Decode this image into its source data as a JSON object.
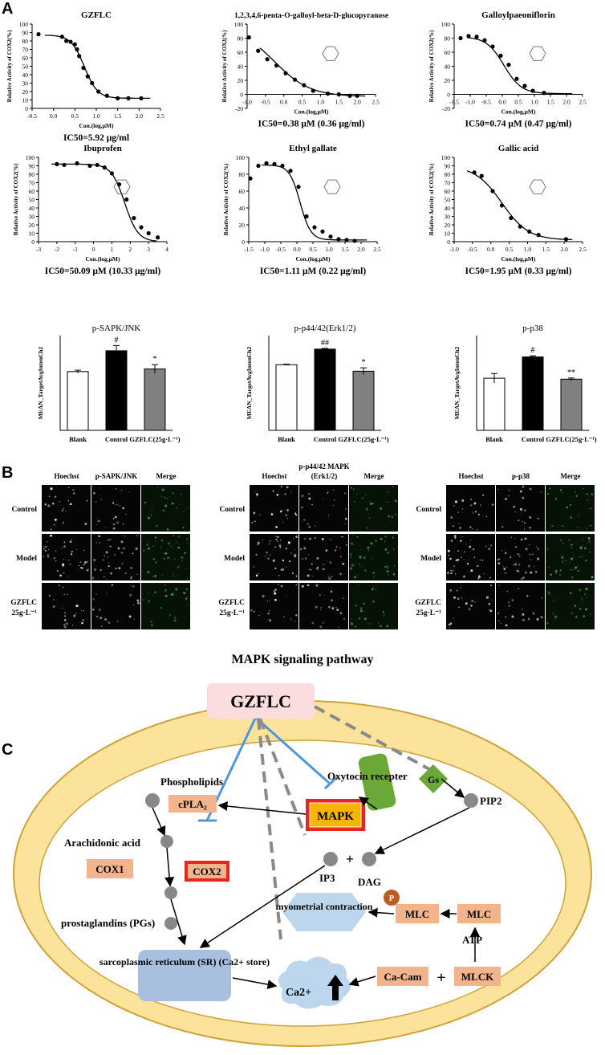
{
  "panel_labels": {
    "a": "A",
    "b": "B",
    "c": "C"
  },
  "curves": [
    {
      "title": "GZFLC",
      "ylabel": "Relative Activity of COX2(%)",
      "xlabel": "Con.(log,μM)",
      "ic50": "IC50=5.92 μg/ml",
      "xlim": [
        -0.5,
        2.5
      ],
      "ylim": [
        0,
        100
      ],
      "xticks": [
        "-0.5",
        "0.0",
        "0.5",
        "1.0",
        "1.5",
        "2.0",
        "2.5"
      ],
      "yticks": [
        "0",
        "10",
        "20",
        "30",
        "40",
        "50",
        "60",
        "70",
        "80",
        "90",
        "100"
      ],
      "points": [
        [
          -0.35,
          88
        ],
        [
          0.2,
          85
        ],
        [
          0.3,
          80
        ],
        [
          0.4,
          79
        ],
        [
          0.5,
          76
        ],
        [
          0.55,
          70
        ],
        [
          0.6,
          62
        ],
        [
          0.7,
          48
        ],
        [
          0.8,
          38
        ],
        [
          0.9,
          30
        ],
        [
          1.05,
          20
        ],
        [
          1.25,
          15
        ],
        [
          1.5,
          12
        ],
        [
          1.75,
          12
        ],
        [
          2.05,
          12
        ]
      ],
      "curve": {
        "top": 87,
        "bottom": 12,
        "ec50": 0.72,
        "hill": 2.8
      },
      "structure": false
    },
    {
      "title": "1,2,3,4,6-penta-O-galloyl-beta-D-glucopyranose",
      "ylabel": "Relative Activity of COX2(%)",
      "xlabel": "Con.(log,μM)",
      "ic50": "IC50=0.38 μM (0.36 μg/ml)",
      "xlim": [
        -1.0,
        2.5
      ],
      "ylim": [
        -20,
        100
      ],
      "xticks": [
        "-1.0",
        "-0.5",
        "0.0",
        "0.5",
        "1.0",
        "1.5",
        "2.0",
        "2.5"
      ],
      "yticks": [
        "-20",
        "0",
        "20",
        "40",
        "60",
        "80",
        "100"
      ],
      "points": [
        [
          -0.95,
          81
        ],
        [
          -0.7,
          62
        ],
        [
          -0.45,
          50
        ],
        [
          -0.2,
          41
        ],
        [
          0.05,
          30
        ],
        [
          0.3,
          21
        ],
        [
          0.55,
          13
        ],
        [
          0.8,
          5
        ],
        [
          1.2,
          1
        ],
        [
          1.5,
          0
        ],
        [
          1.8,
          -2
        ],
        [
          2.0,
          -2
        ]
      ],
      "curve": {
        "top": 96,
        "bottom": -3,
        "ec50": -0.25,
        "hill": 0.9
      },
      "structure": true
    },
    {
      "title": "Galloylpaeoniflorin",
      "ylabel": "Relative Activity of COX2(%)",
      "xlabel": "Con.(log,μM)",
      "ic50": "IC50=0.74 μM (0.47 μg/ml)",
      "xlim": [
        -1.5,
        2.5
      ],
      "ylim": [
        -20,
        100
      ],
      "xticks": [
        "-1.5",
        "-1.0",
        "-0.5",
        "0.0",
        "0.5",
        "1.0",
        "1.5",
        "2.0",
        "2.5"
      ],
      "yticks": [
        "-20",
        "0",
        "20",
        "40",
        "60",
        "80",
        "100"
      ],
      "points": [
        [
          -1.3,
          80
        ],
        [
          -1.05,
          83
        ],
        [
          -0.8,
          82
        ],
        [
          -0.55,
          77
        ],
        [
          -0.3,
          68
        ],
        [
          -0.05,
          55
        ],
        [
          0.2,
          42
        ],
        [
          0.45,
          22
        ],
        [
          0.7,
          12
        ],
        [
          0.95,
          5
        ],
        [
          1.3,
          2
        ]
      ],
      "curve": {
        "top": 82,
        "bottom": 1,
        "ec50": 0.05,
        "hill": 1.6
      },
      "structure": true
    },
    {
      "title": "Ibuprofen",
      "ylabel": "Relative Activity of COX2(%)",
      "xlabel": "Con.(log,μM)",
      "ic50": "IC50=50.09 μM (10.33 μg/ml)",
      "xlim": [
        -3,
        4
      ],
      "ylim": [
        0,
        100
      ],
      "xticks": [
        "-3",
        "-2",
        "-1",
        "0",
        "1",
        "2",
        "3",
        "4"
      ],
      "yticks": [
        "0",
        "10",
        "20",
        "30",
        "40",
        "50",
        "60",
        "70",
        "80",
        "90",
        "100"
      ],
      "points": [
        [
          -2.0,
          92
        ],
        [
          -1.6,
          91
        ],
        [
          -0.9,
          93
        ],
        [
          -0.2,
          90
        ],
        [
          0.2,
          91
        ],
        [
          0.6,
          88
        ],
        [
          1.0,
          81
        ],
        [
          1.4,
          68
        ],
        [
          1.8,
          50
        ],
        [
          2.2,
          28
        ],
        [
          2.6,
          17
        ],
        [
          3.0,
          10
        ],
        [
          3.5,
          5
        ]
      ],
      "curve": {
        "top": 92,
        "bottom": 0,
        "ec50": 1.7,
        "hill": 1.2
      },
      "structure": true
    },
    {
      "title": "Ethyl gallate",
      "ylabel": "Relative Activity of COX2(%)",
      "xlabel": "Con.(log,μM)",
      "ic50": "IC50=1.11 μM (0.22 μg/ml)",
      "xlim": [
        -1.5,
        2.5
      ],
      "ylim": [
        0,
        100
      ],
      "xticks": [
        "-1.5",
        "-1.0",
        "-0.5",
        "0.0",
        "0.5",
        "1.0",
        "1.5",
        "2.0",
        "2.5"
      ],
      "yticks": [
        "0",
        "20",
        "40",
        "60",
        "80",
        "100"
      ],
      "points": [
        [
          -1.45,
          75
        ],
        [
          -1.2,
          90
        ],
        [
          -0.95,
          93
        ],
        [
          -0.7,
          92
        ],
        [
          -0.45,
          90
        ],
        [
          -0.2,
          84
        ],
        [
          0.05,
          65
        ],
        [
          0.3,
          30
        ],
        [
          0.55,
          17
        ],
        [
          0.8,
          12
        ],
        [
          1.05,
          6
        ],
        [
          1.3,
          3
        ],
        [
          1.55,
          2
        ],
        [
          1.8,
          1
        ]
      ],
      "curve": {
        "top": 91,
        "bottom": 2,
        "ec50": 0.1,
        "hill": 2.6
      },
      "structure": true
    },
    {
      "title": "Gallic acid",
      "ylabel": "Relative Activity of COX2(%)",
      "xlabel": "Con.(log,μM)",
      "ic50": "IC50=1.95 μM (0.33 μg/ml)",
      "xlim": [
        -1.0,
        2.5
      ],
      "ylim": [
        0,
        100
      ],
      "xticks": [
        "-1.0",
        "-0.5",
        "0.0",
        "0.5",
        "1.0",
        "1.5",
        "2.0",
        "2.5"
      ],
      "yticks": [
        "0",
        "10",
        "20",
        "30",
        "40",
        "50",
        "60",
        "70",
        "80",
        "90",
        "100"
      ],
      "points": [
        [
          -0.45,
          82
        ],
        [
          -0.25,
          78
        ],
        [
          0.05,
          60
        ],
        [
          0.3,
          43
        ],
        [
          0.55,
          28
        ],
        [
          0.8,
          18
        ],
        [
          1.05,
          12
        ],
        [
          1.3,
          8
        ],
        [
          2.05,
          3
        ]
      ],
      "curve": {
        "top": 90,
        "bottom": 2,
        "ec50": 0.3,
        "hill": 1.2
      },
      "structure": true
    }
  ],
  "bars": [
    {
      "title": "p-SAPK/JNK",
      "ylabel": "MEAN_TargetAvgIntenCh2",
      "categories": [
        "Blank",
        "Control",
        "GZFLC(25g·L⁻¹)"
      ],
      "values": [
        620,
        840,
        648
      ],
      "errors": [
        15,
        55,
        45
      ],
      "sig": [
        "",
        "#",
        "*"
      ],
      "ylim": [
        0,
        1000
      ]
    },
    {
      "title": "p-p44/42(Erk1/2)",
      "ylabel": "MEAN_TargetAvgIntenCh2",
      "categories": [
        "Blank",
        "Control",
        "GZFLC(25g·L⁻¹)"
      ],
      "values": [
        485,
        600,
        437
      ],
      "errors": [
        4,
        6,
        25
      ],
      "sig": [
        "",
        "##",
        "*"
      ],
      "ylim": [
        0,
        700
      ]
    },
    {
      "title": "p-p38",
      "ylabel": "MEAN_TargetAvgIntenCh2",
      "categories": [
        "Blank",
        "Control",
        "GZFLC(25g·L⁻¹)"
      ],
      "values": [
        440,
        620,
        432
      ],
      "errors": [
        40,
        10,
        10
      ],
      "sig": [
        "",
        "#",
        "**"
      ],
      "ylim": [
        0,
        800
      ]
    }
  ],
  "micrographs": [
    {
      "cols": [
        "Hoechst",
        "p-SAPK/JNK",
        "Merge"
      ],
      "rows": [
        "Control",
        "Model",
        "GZFLC 25g·L⁻¹"
      ]
    },
    {
      "cols": [
        "Hoechst",
        "p-p44/42 MAPK (Erk1/2)",
        "Merge"
      ],
      "rows": [
        "Control",
        "Model",
        "GZFLC 25g·L⁻¹"
      ]
    },
    {
      "cols": [
        "Hoechst",
        "p-p38",
        "Merge"
      ],
      "rows": [
        "Control",
        "Model",
        "GZFLC 25g·L⁻¹"
      ]
    }
  ],
  "mapk_caption": "MAPK signaling pathway",
  "pathway": {
    "gzflc": "GZFLC",
    "phospholipids": "Phospholipids",
    "cpla2": "cPLA₂",
    "mapk": "MAPK",
    "oxytocin": "Oxytocin recepter",
    "gs": "Gs",
    "pip2": "PIP2",
    "arachidonic": "Arachidonic acid",
    "cox1": "COX1",
    "cox2": "COX2",
    "ip3": "IP3",
    "dag": "DAG",
    "plus": "+",
    "pgs": "prostaglandins (PGs)",
    "myometrial": "myometrial contraction",
    "p": "P",
    "mlc1": "MLC",
    "mlc2": "MLC",
    "atp": "ATP",
    "sr": "sarcoplasmic reticulum (SR) (Ca2+ store)",
    "ca2": "Ca2+",
    "cacam": "Ca-Cam",
    "mlck": "MLCK",
    "colors": {
      "cell": "#fbe39b",
      "cellEdge": "#cfa23c",
      "node": "#f2b48c",
      "red": "#e8261f",
      "mapk": "#f7b500",
      "blue": "#4f97d6",
      "dash": "#8a8a8a",
      "green": "#6aa838",
      "sr": "#a8bfe0",
      "cloud": "#bcd6ee",
      "gzflcbg": "#fbdde0"
    }
  }
}
